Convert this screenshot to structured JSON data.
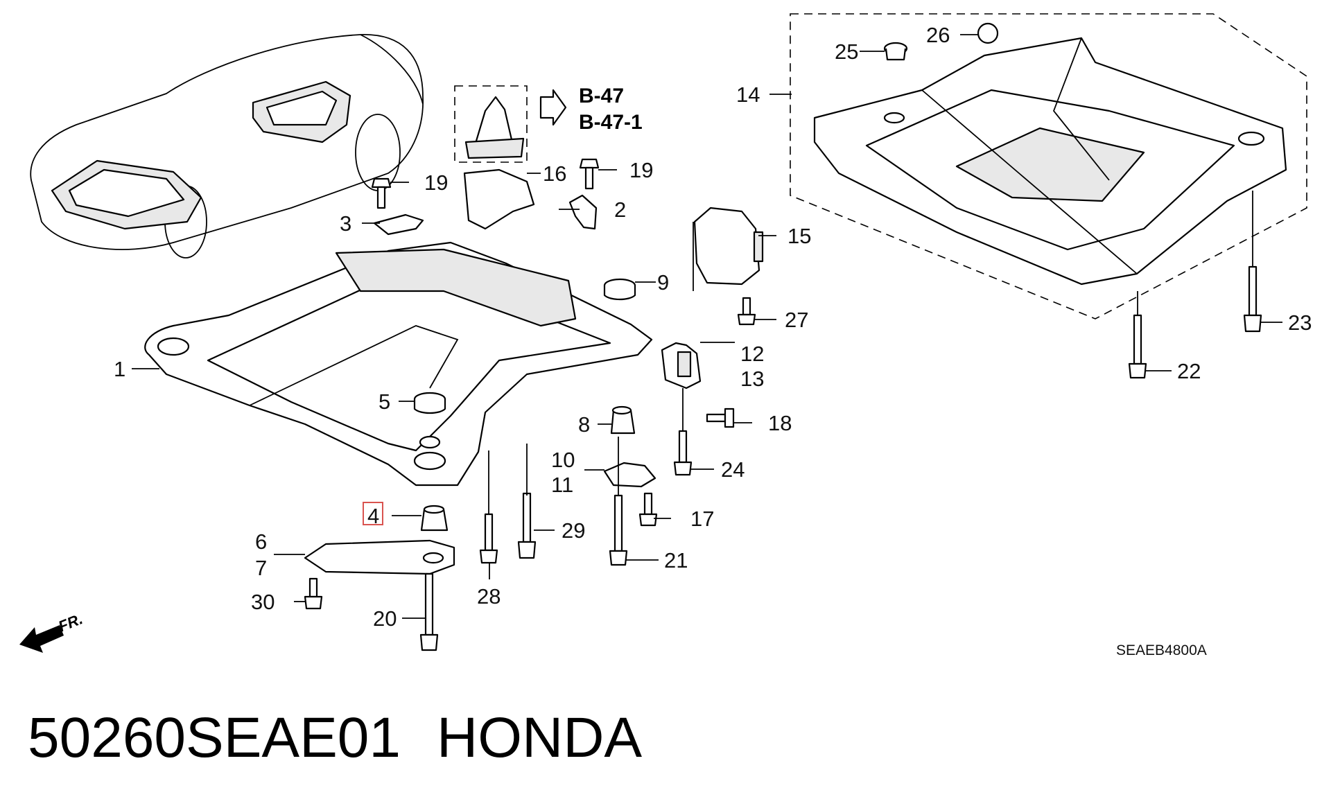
{
  "reference": {
    "lines": [
      "B-47",
      "B-47-1"
    ]
  },
  "callouts": [
    "1",
    "2",
    "3",
    "4",
    "5",
    "6",
    "7",
    "8",
    "9",
    "10",
    "11",
    "12",
    "13",
    "14",
    "15",
    "16",
    "17",
    "18",
    "19",
    "19",
    "20",
    "21",
    "22",
    "23",
    "24",
    "25",
    "26",
    "27",
    "28",
    "29",
    "30"
  ],
  "highlighted_callout": "4",
  "direction_label": "FR.",
  "diagram_code": "SEAEB4800A",
  "caption": {
    "part_number": "50260SEAE01",
    "brand": "HONDA"
  },
  "colors": {
    "highlight": "#d9534f",
    "lines": "#000000"
  }
}
